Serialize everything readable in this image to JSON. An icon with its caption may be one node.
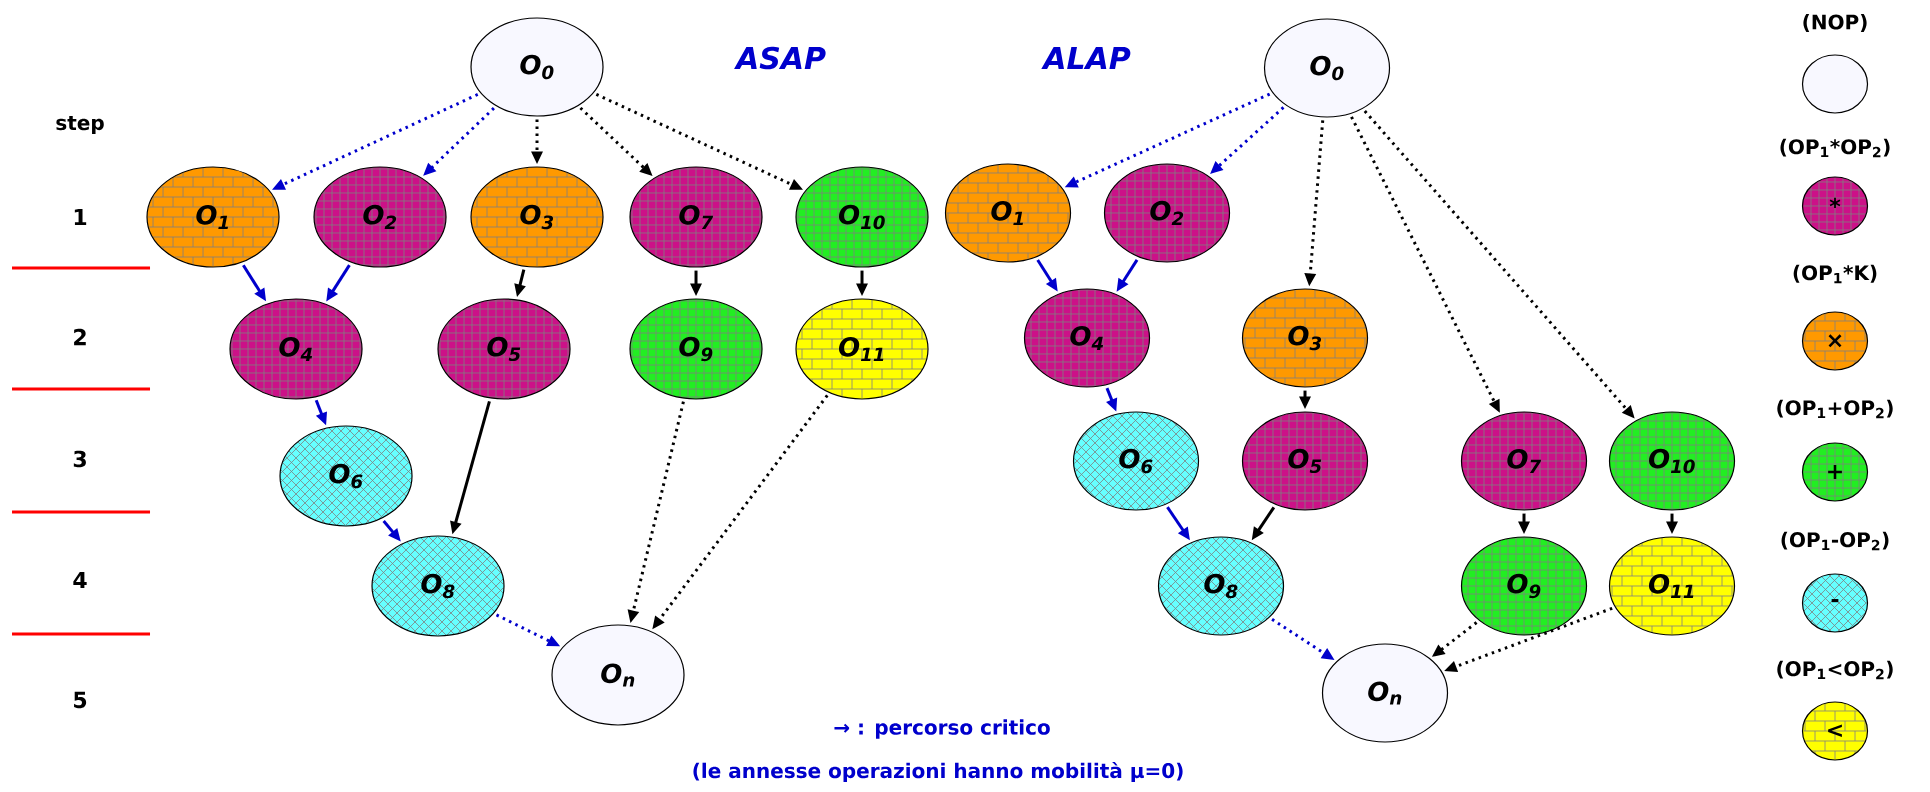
{
  "diagram": {
    "nodes": [
      {
        "text": [
          "O$_{0}$"
        ]
      },
      {
        "text": [
          "O$_{1}$"
        ]
      },
      {
        "text": [
          "O$_{2}$"
        ]
      },
      {
        "text": [
          "O$_{3}$"
        ]
      },
      {
        "text": [
          "O$_{7}$"
        ]
      },
      {
        "text": [
          "O$_{10}$"
        ]
      },
      {
        "text": [
          "O$_{4}$"
        ]
      },
      {
        "text": [
          "O$_{5}$"
        ]
      },
      {
        "text": [
          "O$_{9}$"
        ]
      },
      {
        "text": [
          "O$_{11}$"
        ]
      },
      {
        "text": [
          "O$_{6}$"
        ]
      },
      {
        "text": [
          "O$_{8}$"
        ]
      },
      {
        "text": [
          "O$_{n}$"
        ]
      },
      {
        "text": [
          "O$_{0}$"
        ]
      },
      {
        "text": [
          "O$_{1}$"
        ]
      },
      {
        "text": [
          "O$_{2}$"
        ]
      },
      {
        "text": [
          "O$_{4}$"
        ]
      },
      {
        "text": [
          "O$_{3}$"
        ]
      },
      {
        "text": [
          "O$_{6}$"
        ]
      },
      {
        "text": [
          "O$_{5}$"
        ]
      },
      {
        "text": [
          "O$_{7}$"
        ]
      },
      {
        "text": [
          "O$_{10}$"
        ]
      },
      {
        "text": [
          "O$_{8}$"
        ]
      },
      {
        "text": [
          "O$_{9}$"
        ]
      },
      {
        "text": [
          "O$_{11}$"
        ]
      },
      {
        "text": [
          "O$_{n}$"
        ]
      },
      {
        "text": [],
        "shape": "circle",
        "beside": [
          "(NOP)"
        ]
      },
      {
        "text": [
          "*"
        ],
        "beside": [
          "(OP$_{1}$*OP$_{2}$)"
        ]
      },
      {
        "text": [
          "×"
        ],
        "beside": [
          "(OP$_{1}$*K)"
        ]
      },
      {
        "text": [
          "+"
        ],
        "beside": [
          "(OP$_{1}$+OP$_{2}$)"
        ]
      },
      {
        "text": [
          "-"
        ],
        "beside": [
          "(OP$_{1}$-OP$_{2}$)"
        ]
      },
      {
        "text": [
          "<"
        ],
        "beside": [
          "(OP$_{1}$<OP$_{2}$)"
        ]
      }
    ],
    "edges": [
      {
        "from": 0,
        "to": 1,
        "arrow": "to",
        "style": "dashed",
        "color": "#0000cc"
      },
      {
        "from": 0,
        "to": 2,
        "arrow": "to",
        "style": "dashed",
        "color": "#0000cc"
      },
      {
        "from": 0,
        "to": 3,
        "arrow": "to",
        "style": "dashed"
      },
      {
        "from": 0,
        "to": 4,
        "arrow": "to",
        "style": "dashed"
      },
      {
        "from": 0,
        "to": 5,
        "arrow": "to",
        "style": "dashed"
      },
      {
        "from": 1,
        "to": 6,
        "arrow": "to",
        "color": "#0000cc"
      },
      {
        "from": 2,
        "to": 6,
        "arrow": "to",
        "color": "#0000cc"
      },
      {
        "from": 3,
        "to": 7,
        "arrow": "to"
      },
      {
        "from": 4,
        "to": 8,
        "arrow": "to"
      },
      {
        "from": 5,
        "to": 9,
        "arrow": "to"
      },
      {
        "from": 6,
        "to": 10,
        "arrow": "to",
        "color": "#0000cc"
      },
      {
        "from": 7,
        "to": 11,
        "arrow": "to"
      },
      {
        "from": 10,
        "to": 11,
        "arrow": "to",
        "color": "#0000cc"
      },
      {
        "from": 11,
        "to": 12,
        "arrow": "to",
        "style": "dashed",
        "color": "#0000cc"
      },
      {
        "from": 8,
        "to": 12,
        "arrow": "to",
        "style": "dashed"
      },
      {
        "from": 9,
        "to": 12,
        "arrow": "to",
        "style": "dashed"
      },
      {
        "from": 13,
        "to": 14,
        "arrow": "to",
        "style": "dashed",
        "color": "#0000cc"
      },
      {
        "from": 13,
        "to": 15,
        "arrow": "to",
        "style": "dashed",
        "color": "#0000cc"
      },
      {
        "from": 13,
        "to": 17,
        "arrow": "to",
        "style": "dashed"
      },
      {
        "from": 13,
        "to": 20,
        "arrow": "to",
        "style": "dashed"
      },
      {
        "from": 13,
        "to": 21,
        "arrow": "to",
        "style": "dashed"
      },
      {
        "from": 14,
        "to": 16,
        "arrow": "to",
        "color": "#0000cc"
      },
      {
        "from": 15,
        "to": 16,
        "arrow": "to",
        "color": "#0000cc"
      },
      {
        "from": 16,
        "to": 18,
        "arrow": "to",
        "color": "#0000cc"
      },
      {
        "from": 17,
        "to": 19,
        "arrow": "to"
      },
      {
        "from": 18,
        "to": 22,
        "arrow": "to",
        "color": "#0000cc"
      },
      {
        "from": 19,
        "to": 22,
        "arrow": "to"
      },
      {
        "from": 20,
        "to": 23,
        "arrow": "to"
      },
      {
        "from": 21,
        "to": 24,
        "arrow": "to"
      },
      {
        "from": 22,
        "to": 25,
        "arrow": "to",
        "style": "dashed",
        "color": "#0000cc"
      },
      {
        "from": 23,
        "to": 25,
        "arrow": "to",
        "style": "dashed"
      },
      {
        "from": 24,
        "to": 25,
        "arrow": "to",
        "style": "dashed"
      }
    ],
    "labels": [
      "ASAP",
      "ALAP",
      "step",
      "1",
      "2",
      "3",
      "4",
      "5",
      "→ : percorso critico",
      "(le annesse operazioni hanno mobilità μ=0)"
    ]
  }
}
